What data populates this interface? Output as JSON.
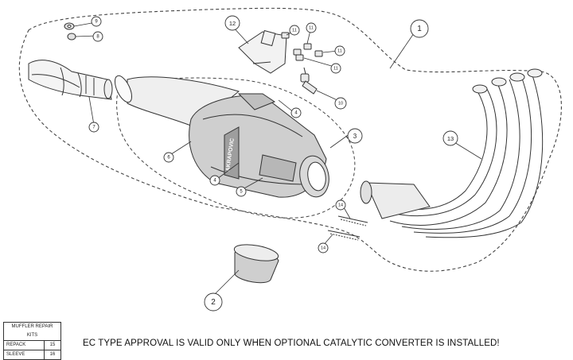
{
  "callouts": [
    {
      "id": "c1",
      "text": "1"
    },
    {
      "id": "c2",
      "text": "2"
    },
    {
      "id": "c3",
      "text": "3"
    },
    {
      "id": "c4a",
      "text": "4"
    },
    {
      "id": "c4b",
      "text": "4"
    },
    {
      "id": "c5",
      "text": "5"
    },
    {
      "id": "c6",
      "text": "6"
    },
    {
      "id": "c7",
      "text": "7"
    },
    {
      "id": "c8",
      "text": "8"
    },
    {
      "id": "c9",
      "text": "9"
    },
    {
      "id": "c10",
      "text": "10"
    },
    {
      "id": "c11a",
      "text": "11"
    },
    {
      "id": "c11b",
      "text": "11"
    },
    {
      "id": "c11c",
      "text": "11"
    },
    {
      "id": "c11d",
      "text": "11"
    },
    {
      "id": "c12",
      "text": "12"
    },
    {
      "id": "c13",
      "text": "13"
    },
    {
      "id": "c14a",
      "text": "14"
    },
    {
      "id": "c14b",
      "text": "14"
    }
  ],
  "muffler_logo": "AKRAPOVIC",
  "repair_kits": {
    "header": "MUFFLER REPAIR KITS",
    "rows": [
      {
        "label": "REPACK",
        "value": "15"
      },
      {
        "label": "SLEEVE",
        "value": "16"
      }
    ]
  },
  "notice": "EC TYPE APPROVAL IS VALID ONLY WHEN OPTIONAL CATALYTIC CONVERTER IS INSTALLED!"
}
